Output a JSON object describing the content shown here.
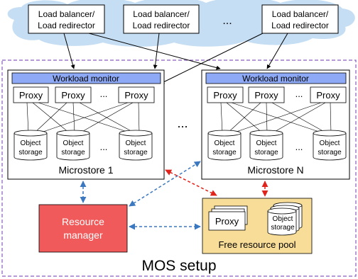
{
  "load_balancers": [
    {
      "line1": "Load balancer/",
      "line2": "Load redirector"
    },
    {
      "line1": "Load balancer/",
      "line2": "Load redirector"
    },
    {
      "line1": "Load balancer/",
      "line2": "Load redirector"
    }
  ],
  "lb_ellipsis": "...",
  "microstores": [
    {
      "monitor": "Workload monitor",
      "proxies": [
        "Proxy",
        "Proxy",
        "Proxy"
      ],
      "proxy_ellipsis": "...",
      "storages": [
        {
          "line1": "Object",
          "line2": "storage"
        },
        {
          "line1": "Object",
          "line2": "storage"
        },
        {
          "line1": "Object",
          "line2": "storage"
        }
      ],
      "storage_ellipsis": "...",
      "label": "Microstore 1"
    },
    {
      "monitor": "Workload monitor",
      "proxies": [
        "Proxy",
        "Proxy",
        "Proxy"
      ],
      "proxy_ellipsis": "...",
      "storages": [
        {
          "line1": "Object",
          "line2": "storage"
        },
        {
          "line1": "Object",
          "line2": "storage"
        },
        {
          "line1": "Object",
          "line2": "storage"
        }
      ],
      "storage_ellipsis": "...",
      "label": "Microstore N"
    }
  ],
  "microstore_ellipsis": "...",
  "resource_manager": {
    "line1": "Resource",
    "line2": "manager"
  },
  "free_pool": {
    "proxy": "Proxy",
    "storage_line1": "Object",
    "storage_line2": "storage",
    "label": "Free resource pool"
  },
  "setup_label": "MOS setup",
  "colors": {
    "cloud": "#c5def3",
    "monitor": "#8ea9f5",
    "resource_manager": "#f05a5a",
    "free_pool": "#f7dd97",
    "blue_arrow": "#3b78c0",
    "red_arrow": "#e0231b",
    "dashed_border": "#8a5cc2"
  }
}
